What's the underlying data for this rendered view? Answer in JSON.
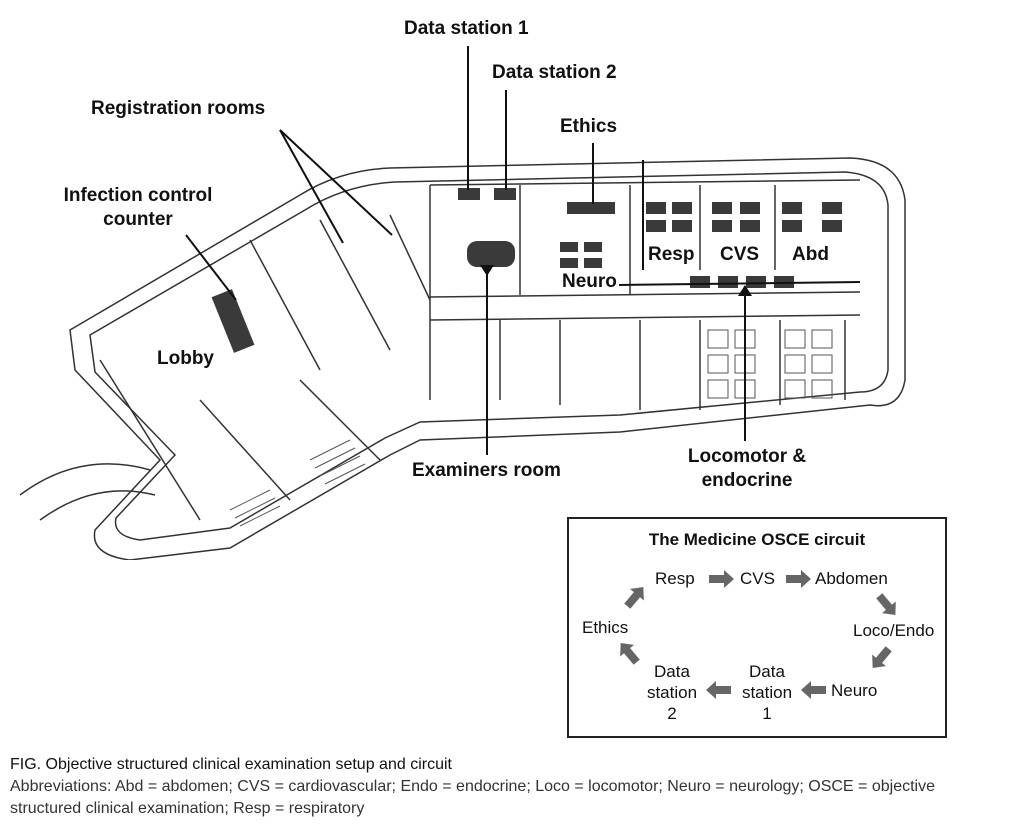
{
  "floor_plan": {
    "labels": {
      "data_station_1": "Data station 1",
      "data_station_2": "Data station 2",
      "registration_rooms": "Registration rooms",
      "ethics": "Ethics",
      "infection_control_line1": "Infection control",
      "infection_control_line2": "counter",
      "resp": "Resp",
      "cvs": "CVS",
      "abd": "Abd",
      "neuro": "Neuro",
      "lobby": "Lobby",
      "examiners_room": "Examiners room",
      "locomotor_line1": "Locomotor &",
      "locomotor_line2": "endocrine"
    }
  },
  "circuit": {
    "title": "The Medicine OSCE circuit",
    "nodes": {
      "resp": "Resp",
      "cvs": "CVS",
      "abdomen": "Abdomen",
      "loco_endo": "Loco/Endo",
      "neuro": "Neuro",
      "ds1_line1": "Data",
      "ds1_line2": "station",
      "ds1_line3": "1",
      "ds2_line1": "Data",
      "ds2_line2": "station",
      "ds2_line3": "2",
      "ethics": "Ethics"
    },
    "arrow_color": "#666666"
  },
  "caption": {
    "title": "FIG.  Objective structured clinical examination setup and circuit",
    "abbreviations": "Abbreviations: Abd = abdomen; CVS = cardiovascular; Endo = endocrine; Loco = locomotor; Neuro = neurology; OSCE = objective structured clinical examination; Resp = respiratory"
  }
}
